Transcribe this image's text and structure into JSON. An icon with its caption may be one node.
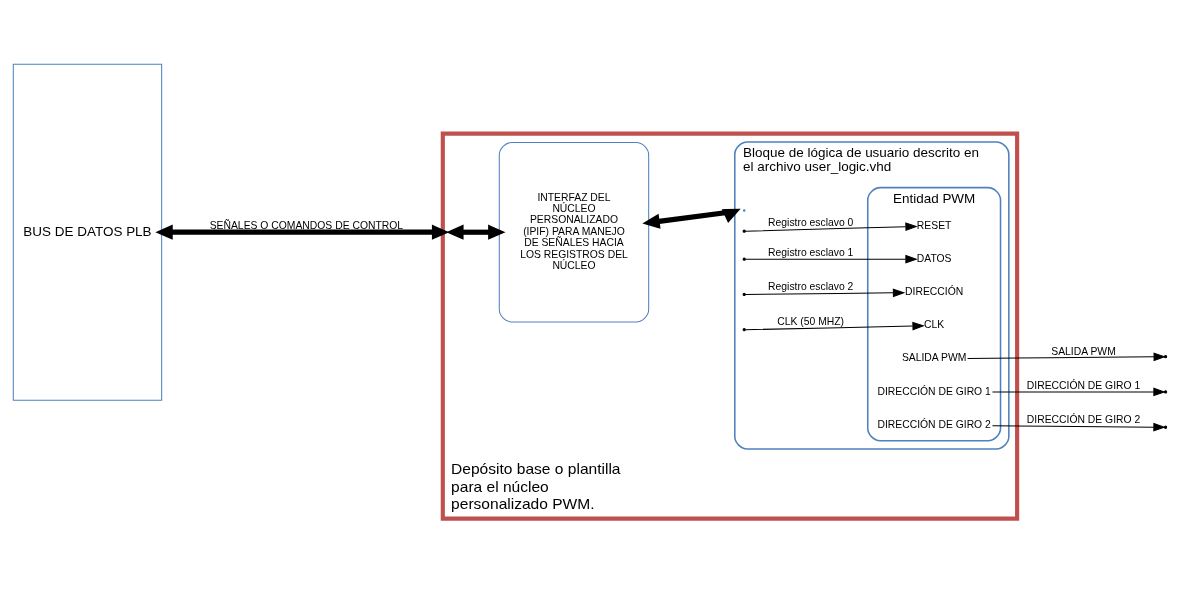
{
  "diagram": {
    "nodes": [
      {
        "text": [
          "BUS DE DATOS PLB"
        ]
      },
      {
        "text": [
          "Depósito base o plantilla para el núcleo personalizado PWM."
        ]
      },
      {
        "text": [
          "INTERFAZ DEL NÚCLEO PERSONALIZADO (IPIF) PARA MANEJO DE SEÑALES HACIA LOS REGISTROS DEL NÚCLEO"
        ],
        "in": 1
      },
      {
        "text": [
          "Bloque de lógica de usuario descrito en el archivo user_logic.vhd"
        ],
        "in": 1
      },
      {
        "text": [
          "Entidad PWM"
        ],
        "in": 3
      },
      {
        "text": [
          "RESET"
        ],
        "in": 4
      },
      {
        "text": [
          "DATOS"
        ],
        "in": 4
      },
      {
        "text": [
          "DIRECCIÓN"
        ],
        "in": 4
      },
      {
        "text": [
          "CLK"
        ],
        "in": 4
      },
      {
        "text": [
          "SALIDA PWM"
        ],
        "in": 4
      },
      {
        "text": [
          "DIRECCIÓN DE GIRO 1"
        ],
        "in": 4
      },
      {
        "text": [
          "DIRECCIÓN DE GIRO 2"
        ],
        "in": 4
      }
    ],
    "edges": [
      {
        "from": 0,
        "to": 1,
        "arrow": "both",
        "label": "SEÑALES O COMANDOS DE CONTROL",
        "style": "thick"
      },
      {
        "from": 1,
        "to": 2,
        "arrow": "both",
        "style": "thick"
      },
      {
        "from": 2,
        "to": 3,
        "arrow": "both",
        "style": "thick"
      },
      {
        "from": null,
        "to": 5,
        "arrow": "to",
        "label": "Registro esclavo 0"
      },
      {
        "from": null,
        "to": 6,
        "arrow": "to",
        "label": "Registro esclavo 1"
      },
      {
        "from": null,
        "to": 7,
        "arrow": "to",
        "label": "Registro esclavo 2"
      },
      {
        "from": null,
        "to": 8,
        "arrow": "to",
        "label": "CLK (50 MHZ)"
      },
      {
        "from": 9,
        "to": null,
        "arrow": "to",
        "label": "SALIDA PWM"
      },
      {
        "from": 10,
        "to": null,
        "arrow": "to",
        "label": "DIRECCIÓN DE GIRO 1"
      },
      {
        "from": 11,
        "to": null,
        "arrow": "to",
        "label": "DIRECCIÓN DE GIRO 2"
      }
    ]
  }
}
